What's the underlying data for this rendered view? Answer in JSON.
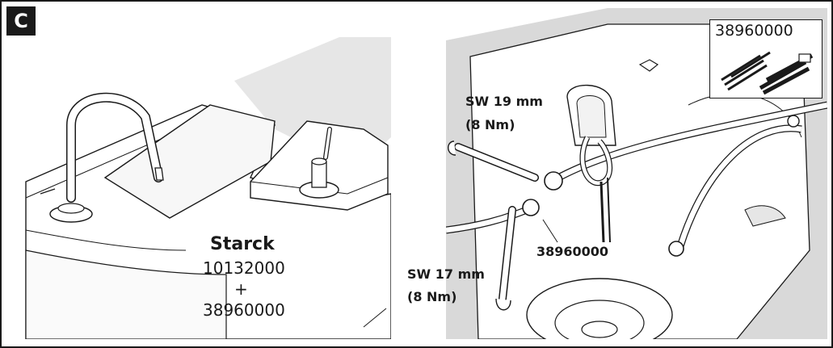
{
  "section_label": "C",
  "left_panel": {
    "brand": "Starck",
    "product_code": "10132000",
    "plus": "+",
    "kit_code": "38960000"
  },
  "right_panel": {
    "inset_code": "38960000",
    "wrench_large": {
      "size": "SW 19 mm",
      "torque": "(8 Nm)"
    },
    "wrench_small": {
      "size": "SW 17 mm",
      "torque": "(8 Nm)"
    },
    "kit_callout": "38960000"
  }
}
